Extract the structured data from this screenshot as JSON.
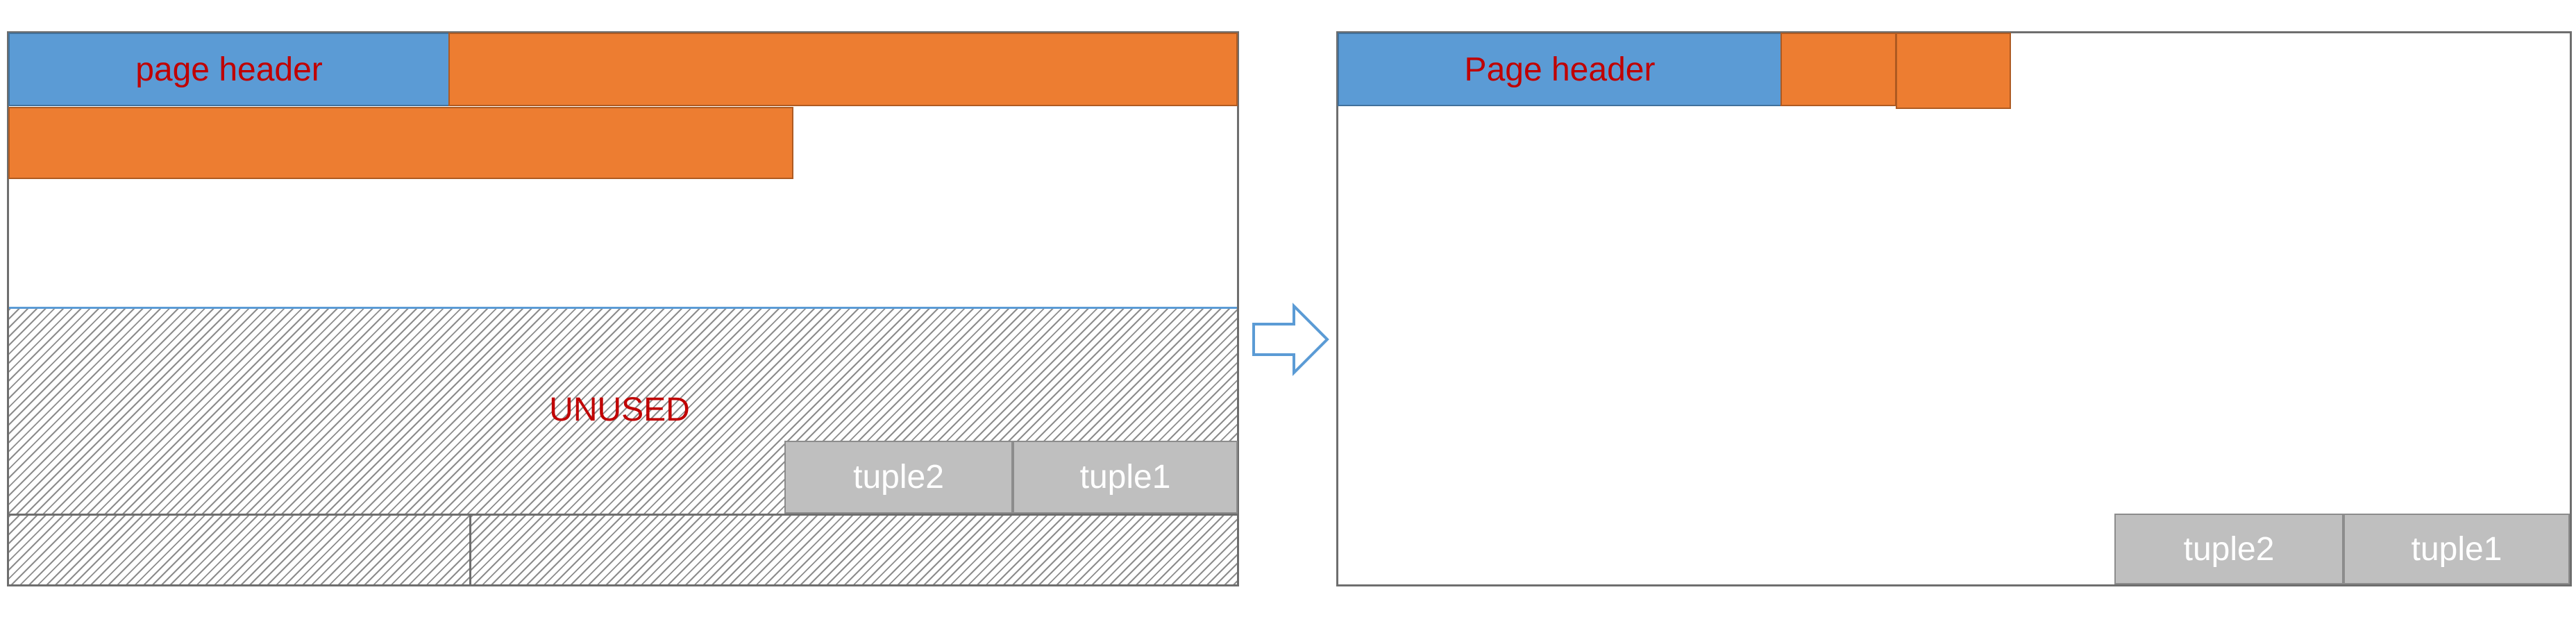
{
  "left_page": {
    "header_label": "page header",
    "unused_label": "UNUSED",
    "tuples": [
      "tuple2",
      "tuple1"
    ]
  },
  "right_page": {
    "header_label": "Page header",
    "tuples": [
      "tuple2",
      "tuple1"
    ]
  },
  "arrow": {
    "icon": "right-arrow-icon"
  },
  "colors": {
    "header": "#5b9bd5",
    "item_pointer": "#ed7d31",
    "tuple": "#bfbfbf",
    "label_red": "#c00000"
  }
}
